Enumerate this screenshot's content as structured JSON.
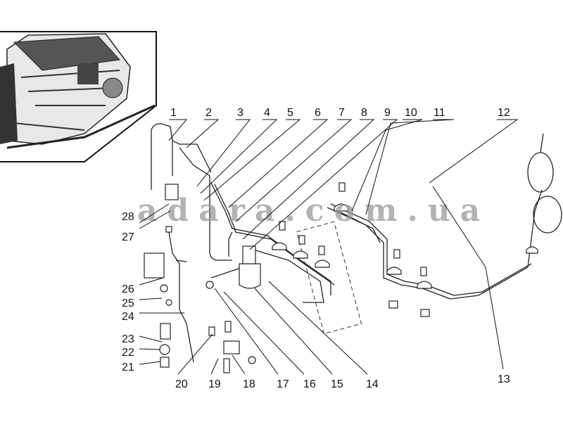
{
  "watermark": "adara.com.ua",
  "callouts": {
    "c1": "1",
    "c2": "2",
    "c3": "3",
    "c4": "4",
    "c5": "5",
    "c6": "6",
    "c7": "7",
    "c8": "8",
    "c9": "9",
    "c10": "10",
    "c11": "11",
    "c12": "12",
    "c13": "13",
    "c14": "14",
    "c15": "15",
    "c16": "16",
    "c17": "17",
    "c18": "18",
    "c19": "19",
    "c20": "20",
    "c21": "21",
    "c22": "22",
    "c23": "23",
    "c24": "24",
    "c25": "25",
    "c26": "26",
    "c27": "27",
    "c28": "28"
  }
}
